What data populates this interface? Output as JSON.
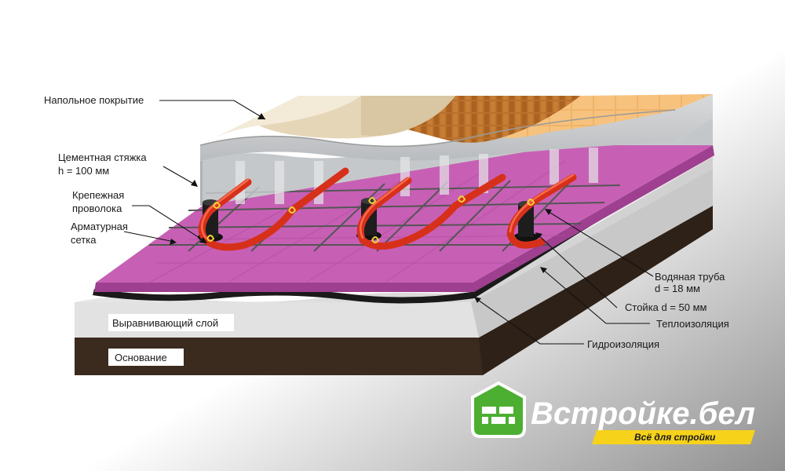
{
  "labels": {
    "floor_covering": "Напольное покрытие",
    "screed_line1": "Цементная стяжка",
    "screed_line2": "h = 100 мм",
    "wire_line1": "Крепежная",
    "wire_line2": "проволока",
    "mesh_line1": "Арматурная",
    "mesh_line2": "сетка",
    "pipe_line1": "Водяная труба",
    "pipe_line2": "d = 18 мм",
    "post": "Стойка  d = 50 мм",
    "insulation": "Теплоизоляция",
    "waterproofing": "Гидроизоляция",
    "leveling_layer": "Выравнивающий слой",
    "base": "Основание"
  },
  "brand": {
    "name": "Встройке.бел",
    "tagline": "Всё для стройки",
    "icon": "brick-house-icon",
    "colors": {
      "green": "#4caf32",
      "yellow": "#f6d21a",
      "dark": "#2b2b2b"
    }
  },
  "colors": {
    "pipe": "#e2361f",
    "insulation": "#c760b5",
    "screed": "#cfd1d3",
    "leveling": "#dcdcdc",
    "base": "#3a2a1e"
  }
}
